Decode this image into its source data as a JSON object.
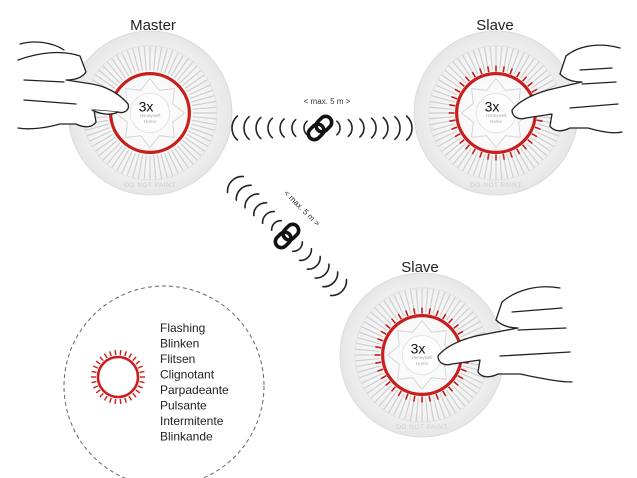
{
  "devices": {
    "master": {
      "title": "Master",
      "tap": "3x",
      "brand1": "Honeywell",
      "brand2": "Home",
      "edge": "DO NOT PAINT"
    },
    "slave_top": {
      "title": "Slave",
      "tap": "3x",
      "brand1": "Honeywell",
      "brand2": "Home",
      "edge": "DO NOT PAINT"
    },
    "slave_bottom": {
      "title": "Slave",
      "tap": "3x",
      "brand1": "Honeywell",
      "brand2": "Home",
      "edge": "DO NOT PAINT"
    }
  },
  "links": {
    "horizontal": {
      "distance": "< max. 5 m >"
    },
    "diagonal": {
      "distance": "< max. 5 m >"
    }
  },
  "legend": {
    "words": [
      "Flashing",
      "Blinken",
      "Flitsen",
      "Clignotant",
      "Parpadeante",
      "Pulsante",
      "Intermitente",
      "Blinkande"
    ]
  },
  "colors": {
    "led": "#c81e1e",
    "body": "#f1f1f1",
    "outline": "#555555"
  }
}
